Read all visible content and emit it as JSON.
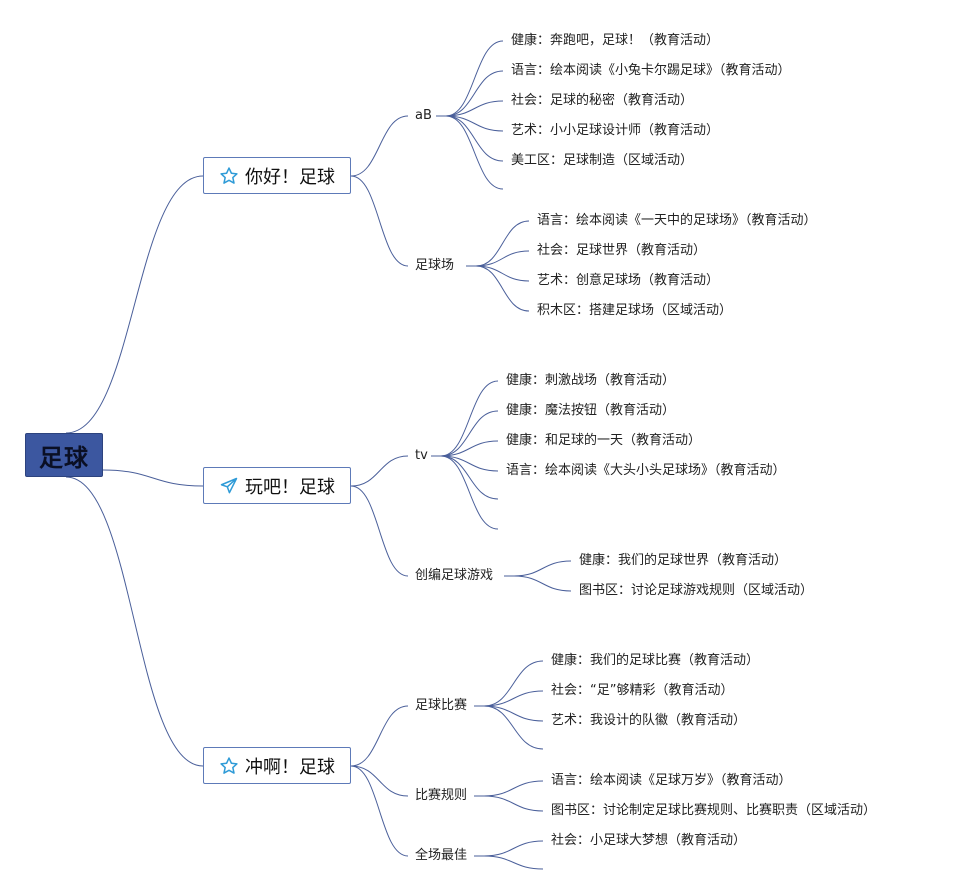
{
  "root": {
    "label": "足球"
  },
  "topics": [
    {
      "label": "你好！足球",
      "icon": "star-icon",
      "subtopics": [
        {
          "label": "aB",
          "items": [
            "健康：奔跑吧，足球！（教育活动）",
            "语言：绘本阅读《小兔卡尔踢足球》（教育活动）",
            "社会：足球的秘密（教育活动）",
            "艺术：小小足球设计师（教育活动）",
            "美工区：足球制造（区域活动）"
          ]
        },
        {
          "label": "足球场",
          "items": [
            "语言：绘本阅读《一天中的足球场》（教育活动）",
            "社会：足球世界（教育活动）",
            "艺术：创意足球场（教育活动）",
            "积木区：搭建足球场（区域活动）"
          ]
        }
      ]
    },
    {
      "label": "玩吧！足球",
      "icon": "paper-plane-icon",
      "subtopics": [
        {
          "label": "tv",
          "items": [
            "健康：刺激战场（教育活动）",
            "健康：魔法按钮（教育活动）",
            "健康：和足球的一天（教育活动）",
            "语言：绘本阅读《大头小头足球场》（教育活动）"
          ]
        },
        {
          "label": "创编足球游戏",
          "items": [
            "健康：我们的足球世界（教育活动）",
            "图书区：讨论足球游戏规则（区域活动）"
          ]
        }
      ]
    },
    {
      "label": "冲啊！足球",
      "icon": "star-icon",
      "subtopics": [
        {
          "label": "足球比赛",
          "items": [
            "健康：我们的足球比赛（教育活动）",
            "社会：“足”够精彩（教育活动）",
            "艺术：我设计的队徽（教育活动）"
          ]
        },
        {
          "label": "比赛规则",
          "items": [
            "语言：绘本阅读《足球万岁》（教育活动）",
            "图书区：讨论制定足球比赛规则、比赛职责（区域活动）"
          ]
        },
        {
          "label": "全场最佳",
          "items": [
            "社会：小足球大梦想（教育活动）"
          ]
        }
      ]
    }
  ],
  "colors": {
    "root_fill": "#3c57a0",
    "edge": "#4a5f9a",
    "topic_border": "#5d7ab8",
    "icon": "#2f9bd7"
  }
}
